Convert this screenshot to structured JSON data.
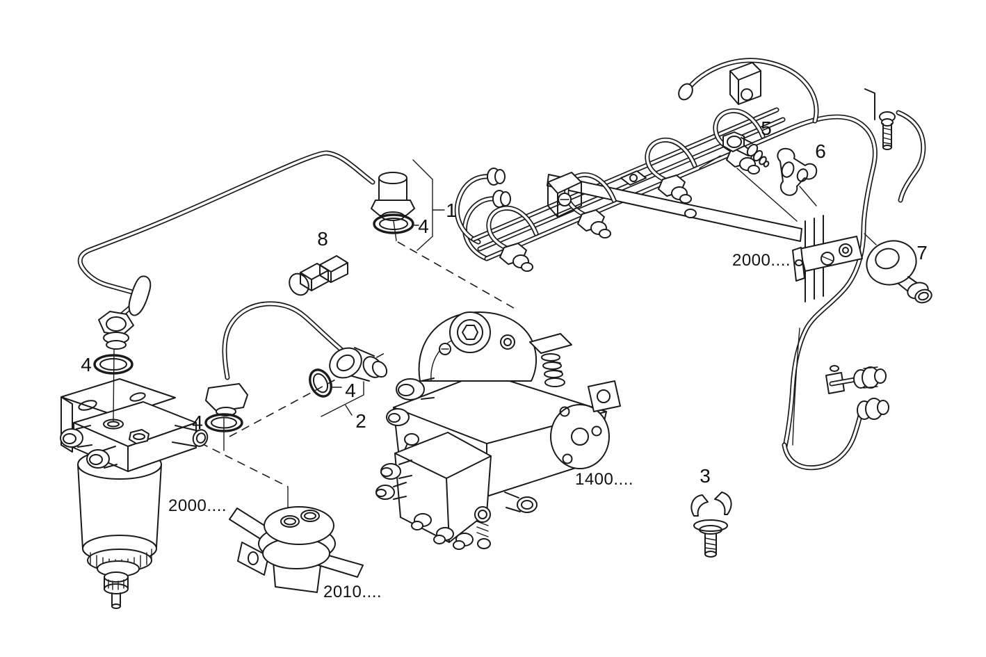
{
  "diagram": {
    "type": "exploded-parts-line-drawing",
    "subject": "fuel-system",
    "background_color": "#ffffff",
    "line_color": "#1a1a1a"
  },
  "callouts": {
    "c1": {
      "text": "1"
    },
    "c2": {
      "text": "2"
    },
    "c3": {
      "text": "3"
    },
    "c4a": {
      "text": "4"
    },
    "c4b": {
      "text": "4"
    },
    "c4c": {
      "text": "4"
    },
    "c4d": {
      "text": "4"
    },
    "c5": {
      "text": "5"
    },
    "c6": {
      "text": "6"
    },
    "c7": {
      "text": "7"
    },
    "c8": {
      "text": "8"
    }
  },
  "ref_labels": {
    "injector_lines_ref": {
      "text": "2000...."
    },
    "fuel_filter_ref": {
      "text": "2000...."
    },
    "lift_pump_ref": {
      "text": "2010...."
    },
    "injection_pump_ref": {
      "text": "1400...."
    }
  }
}
